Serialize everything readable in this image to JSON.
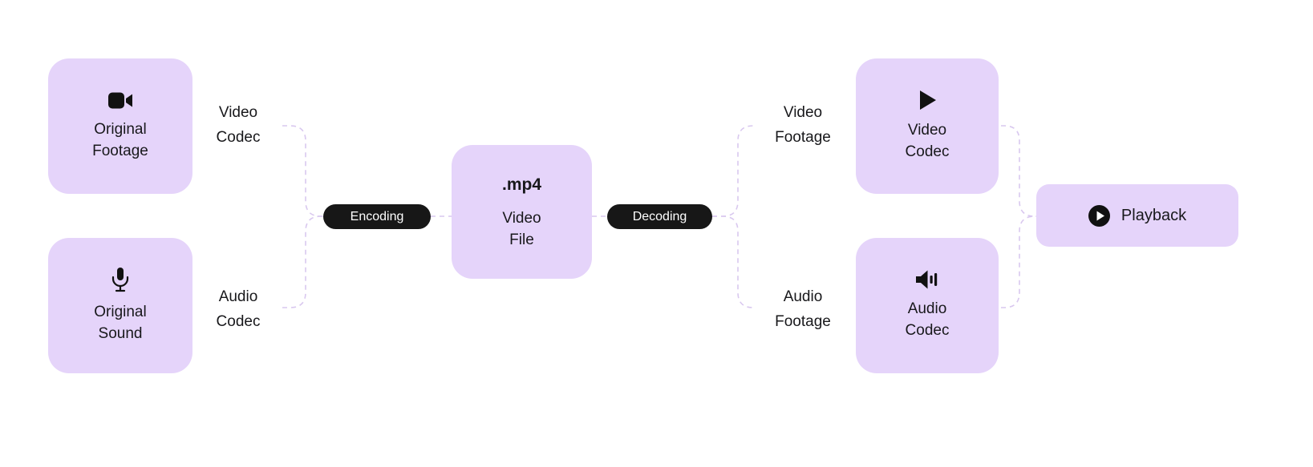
{
  "colors": {
    "background": "#ffffff",
    "node_fill": "#e5d4fa",
    "pill_fill": "#171717",
    "pill_text": "#ffffff",
    "connector": "#d9c8ef",
    "text": "#18181b"
  },
  "nodes": {
    "original_footage": {
      "label": "Original\nFootage",
      "icon": "video-camera-icon"
    },
    "original_sound": {
      "label": "Original\nSound",
      "icon": "microphone-icon"
    },
    "video_file": {
      "ext": ".mp4",
      "label": "Video\nFile"
    },
    "video_codec_out": {
      "label": "Video\nCodec",
      "icon": "play-icon"
    },
    "audio_codec_out": {
      "label": "Audio\nCodec",
      "icon": "speaker-icon"
    },
    "playback": {
      "label": "Playback",
      "icon": "play-circle-icon"
    }
  },
  "labels": {
    "video_codec": "Video\nCodec",
    "audio_codec": "Audio\nCodec",
    "video_footage": "Video\nFootage",
    "audio_footage": "Audio\nFootage"
  },
  "pills": {
    "encoding": "Encoding",
    "decoding": "Decoding"
  }
}
